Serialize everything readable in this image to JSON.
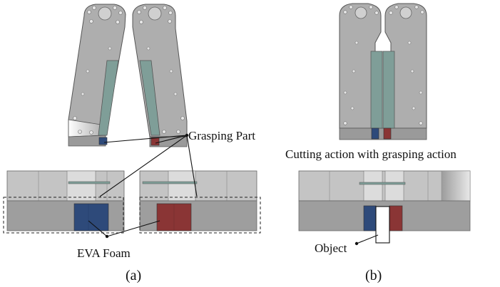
{
  "labels": {
    "grasping_part": "Grasping Part",
    "eva_foam": "EVA Foam",
    "cutting_action": "Cutting action with grasping action",
    "object": "Object",
    "panel_a": "(a)",
    "panel_b": "(b)"
  },
  "colors": {
    "metal": "#a9a9a9",
    "metal_dark": "#8f8f8f",
    "metal_light": "#c4c4c4",
    "blade": "#7f9e98",
    "foam_blue": "#2e4a7a",
    "foam_red": "#8a3535",
    "background": "#ffffff"
  }
}
